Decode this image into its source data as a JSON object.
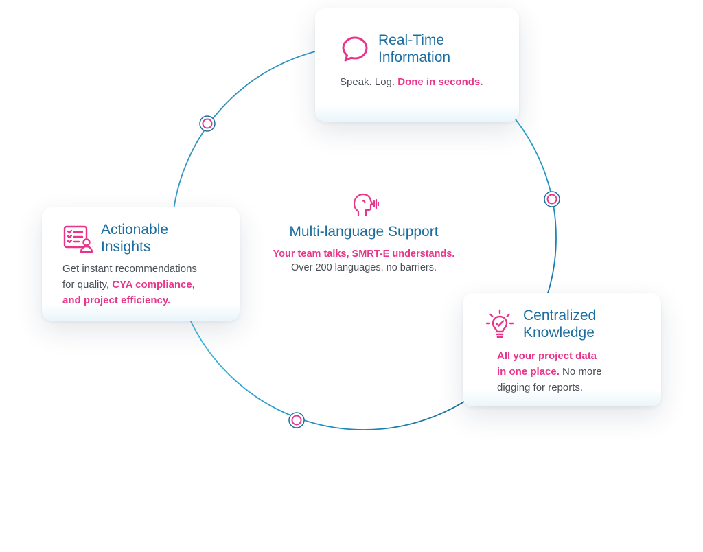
{
  "colors": {
    "accent_pink": "#e8358a",
    "title_blue": "#1b6e9f",
    "ring_light": "#4cbde6",
    "ring_dark": "#1b6e9f",
    "body_text": "#4a4f57"
  },
  "cards": {
    "realtime": {
      "icon": "chat-bubble-icon",
      "title_line1": "Real-Time",
      "title_line2": "Information",
      "body_plain": "Speak. Log. ",
      "body_highlight": "Done in seconds."
    },
    "insights": {
      "icon": "checklist-user-icon",
      "title_line1": "Actionable",
      "title_line2": "Insights",
      "body_plain_1": "Get instant recommendations",
      "body_plain_2": "for quality, ",
      "body_highlight_1": "CYA compliance,",
      "body_highlight_2": "and project efficiency."
    },
    "knowledge": {
      "icon": "lightbulb-icon",
      "title_line1": "Centralized",
      "title_line2": "Knowledge",
      "body_highlight_1": "All your project data",
      "body_highlight_2": "in one place.",
      "body_plain_1": " No more",
      "body_plain_2": "digging for reports."
    }
  },
  "center": {
    "icon": "speaking-head-icon",
    "title": "Multi-language Support",
    "line1": "Your team talks, SMRT-E understands.",
    "line2": "Over 200 languages, no barriers."
  }
}
